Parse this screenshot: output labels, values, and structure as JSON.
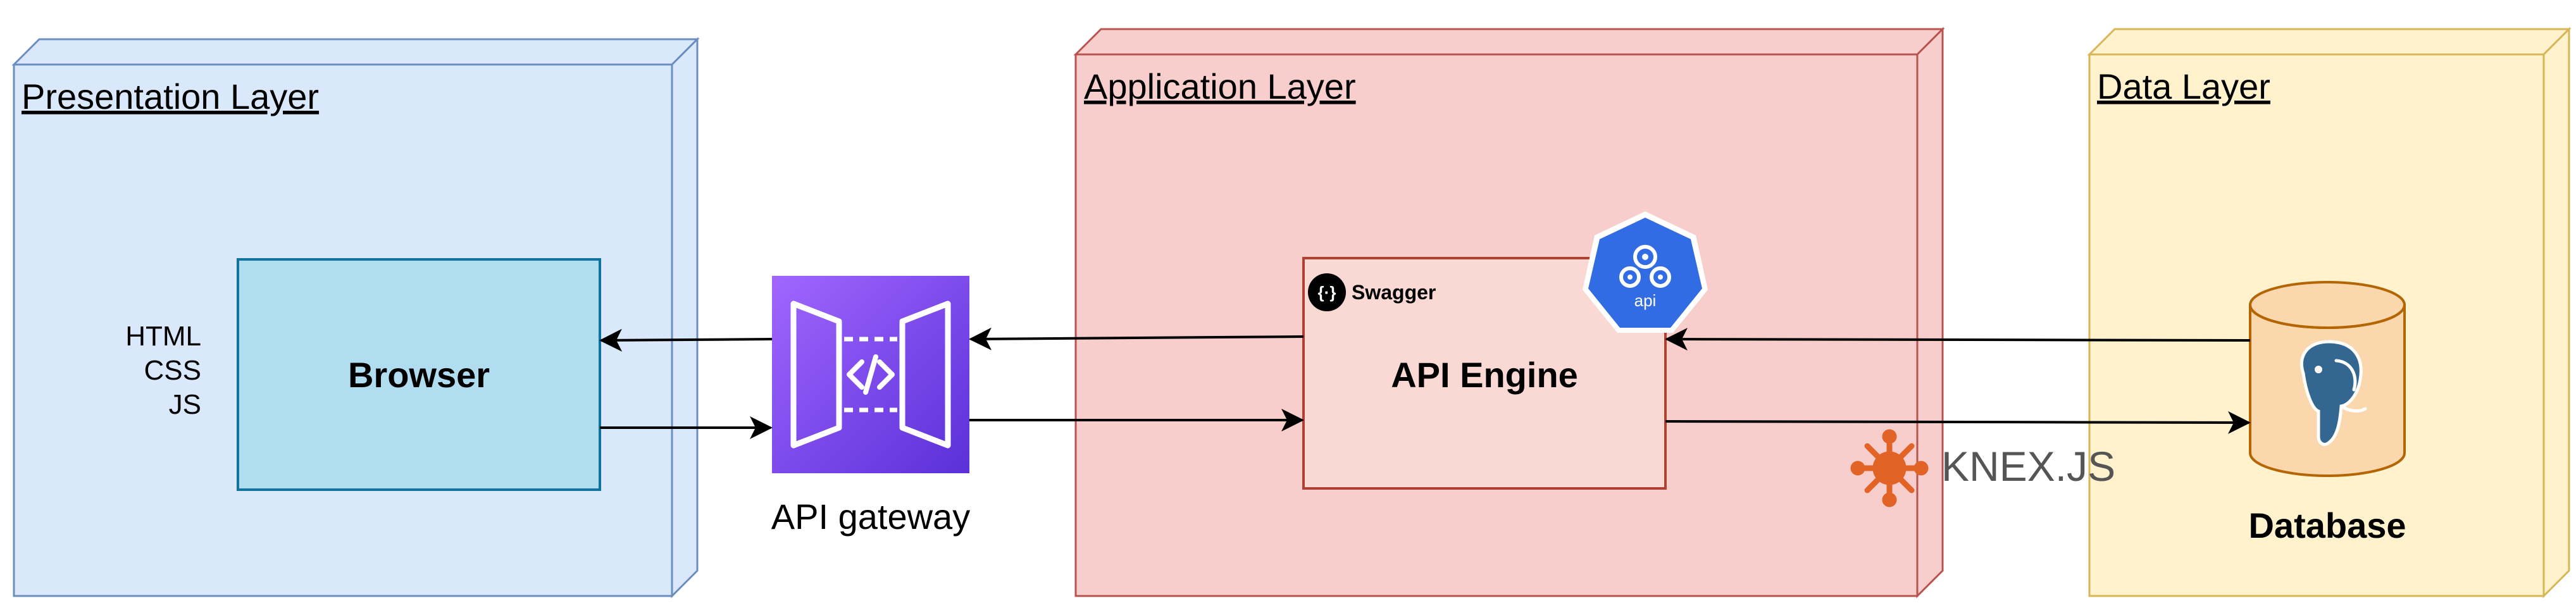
{
  "layers": {
    "presentation": {
      "title": "Presentation Layer",
      "fill": "#dae8fc",
      "stroke": "#6c8ebf"
    },
    "application": {
      "title": "Application Layer",
      "fill": "#f8cecc",
      "stroke": "#b85450"
    },
    "data": {
      "title": "Data Layer",
      "fill": "#fff2cc",
      "stroke": "#d6b656"
    }
  },
  "browser": {
    "label": "Browser",
    "tech_lines": [
      "HTML",
      "CSS",
      "JS"
    ],
    "fill": "#b1ddf0",
    "stroke": "#10739e"
  },
  "api_gateway": {
    "label": "API gateway",
    "icon": "api-gateway-icon",
    "gradient": [
      "#a166ff",
      "#5a30d8"
    ]
  },
  "api_engine": {
    "label": "API Engine",
    "swagger_label": "Swagger",
    "badge_label": "api",
    "fill": "#fad9d5",
    "stroke": "#ae4132",
    "badge_color": "#326ce5"
  },
  "knex": {
    "label": "KNEX.JS",
    "icon": "knex-logo-icon",
    "color": "#e16426"
  },
  "database": {
    "label": "Database",
    "icon": "postgresql-elephant-icon",
    "fill": "#fad7ac",
    "stroke": "#b46504"
  }
}
